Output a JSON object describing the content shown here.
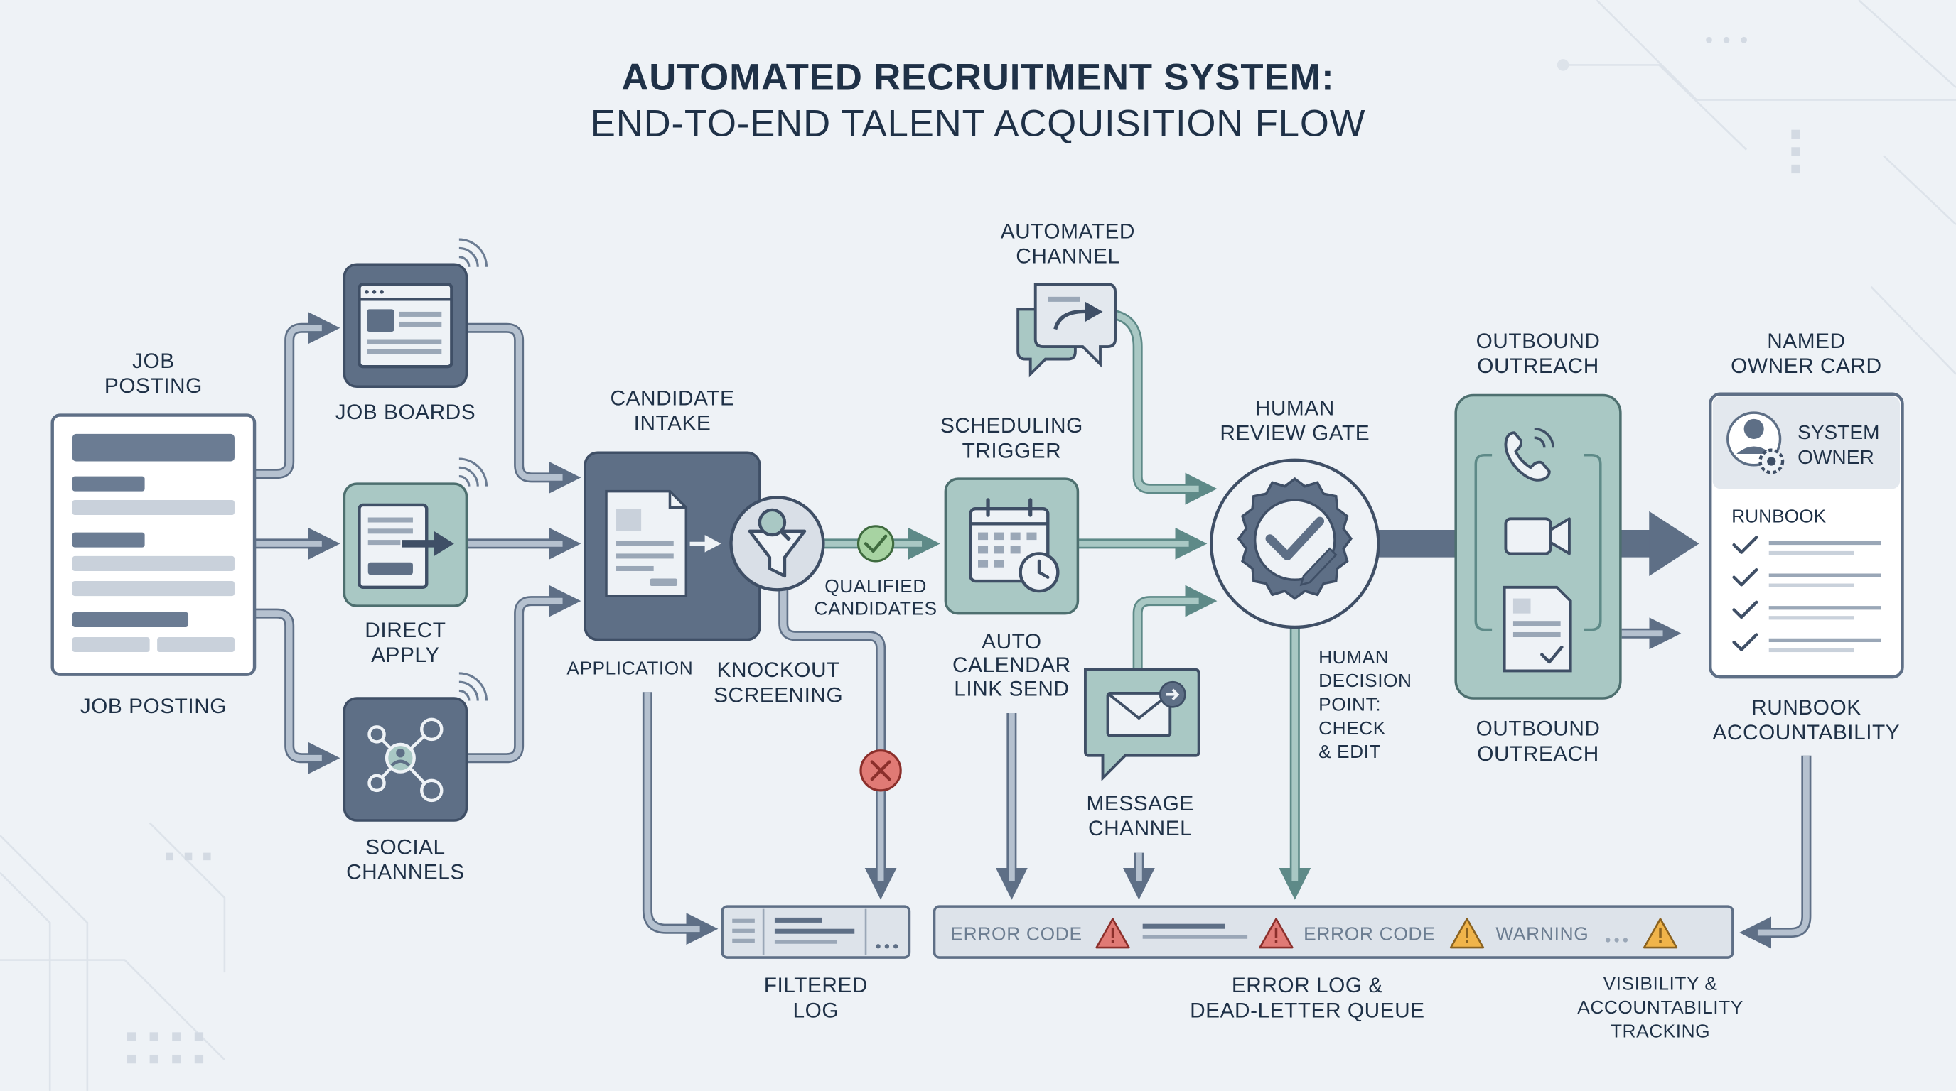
{
  "title": {
    "line1": "AUTOMATED RECRUITMENT SYSTEM:",
    "line2": "END-TO-END TALENT ACQUISITION FLOW"
  },
  "job_posting": {
    "top_label": [
      "JOB",
      "POSTING"
    ],
    "bottom_label": "JOB POSTING"
  },
  "sources": {
    "job_boards": "JOB BOARDS",
    "direct_apply": [
      "DIRECT",
      "APPLY"
    ],
    "social_channels": [
      "SOCIAL",
      "CHANNELS"
    ]
  },
  "intake": {
    "label": [
      "CANDIDATE",
      "INTAKE"
    ],
    "application_label": "APPLICATION",
    "knockout_label": [
      "KNOCKOUT",
      "SCREENING"
    ],
    "qualified_label": [
      "QUALIFIED",
      "CANDIDATES"
    ]
  },
  "scheduling": {
    "label": [
      "SCHEDULING",
      "TRIGGER"
    ],
    "sub_label": [
      "AUTO",
      "CALENDAR",
      "LINK SEND"
    ]
  },
  "automated_channel": [
    "AUTOMATED",
    "CHANNEL"
  ],
  "message_channel": [
    "MESSAGE",
    "CHANNEL"
  ],
  "review": {
    "label": [
      "HUMAN",
      "REVIEW GATE"
    ],
    "decision_label": [
      "HUMAN",
      "DECISION",
      "POINT:",
      "CHECK",
      "& EDIT"
    ]
  },
  "outreach": {
    "top_label": [
      "OUTBOUND",
      "OUTREACH"
    ],
    "bottom_label": [
      "OUTBOUND",
      "OUTREACH"
    ]
  },
  "owner": {
    "top_label": [
      "NAMED",
      "OWNER CARD"
    ],
    "card_title": [
      "SYSTEM",
      "OWNER"
    ],
    "runbook": "RUNBOOK",
    "bottom_label": [
      "RUNBOOK",
      "ACCOUNTABILITY"
    ]
  },
  "logs": {
    "filtered_label": [
      "FILTERED",
      "LOG"
    ],
    "error_code_1": "ERROR CODE",
    "error_code_2": "ERROR CODE",
    "warning": "WARNING",
    "error_log_label": [
      "ERROR LOG &",
      "DEAD-LETTER QUEUE"
    ],
    "visibility_label": [
      "VISIBILITY &",
      "ACCOUNTABILITY",
      "TRACKING"
    ]
  },
  "icons": [
    "browser-window-icon",
    "document-arrow-icon",
    "network-user-icon",
    "document-icon",
    "filter-search-icon",
    "check-circle-icon",
    "error-x-icon",
    "calendar-clock-icon",
    "chat-forward-icon",
    "email-icon",
    "verified-check-badge-icon",
    "phone-icon",
    "video-camera-icon",
    "document-check-icon",
    "user-gear-icon",
    "warning-icon",
    "signal-waves-icon"
  ],
  "colors": {
    "background": "#eef2f6",
    "dark_slate": "#5e6f86",
    "teal": "#5e8a88",
    "teal_light": "#a9c8c4",
    "error_red": "#d9534f",
    "success_green": "#5cb85c",
    "warning_amber": "#f0b44a",
    "text": "#1f3147"
  }
}
